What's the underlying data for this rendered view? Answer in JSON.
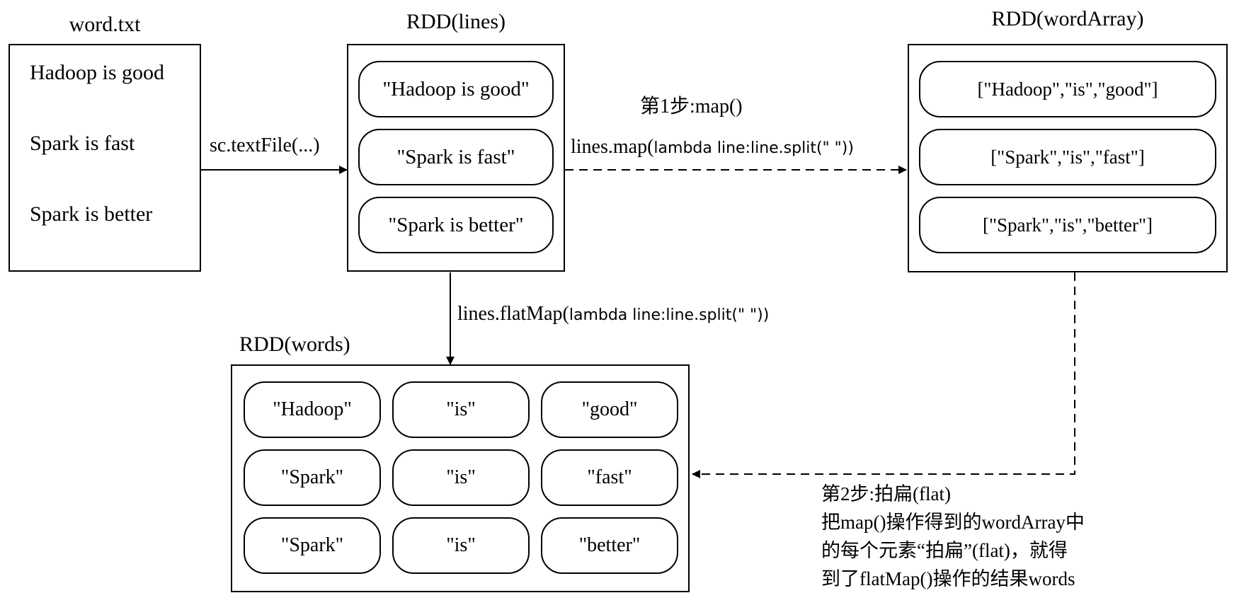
{
  "word_file": {
    "title": "word.txt",
    "lines": [
      "Hadoop is good",
      "Spark is fast",
      "Spark is better"
    ]
  },
  "rdd_lines": {
    "title": "RDD(lines)",
    "items": [
      "\"Hadoop is good\"",
      "\"Spark is fast\"",
      "\"Spark is better\""
    ]
  },
  "rdd_word_array": {
    "title": "RDD(wordArray)",
    "items": [
      "[\"Hadoop\",\"is\",\"good\"]",
      "[\"Spark\",\"is\",\"fast\"]",
      "[\"Spark\",\"is\",\"better\"]"
    ]
  },
  "rdd_words": {
    "title": "RDD(words)",
    "rows": [
      [
        "\"Hadoop\"",
        "\"is\"",
        "\"good\""
      ],
      [
        "\"Spark\"",
        "\"is\"",
        "\"fast\""
      ],
      [
        "\"Spark\"",
        "\"is\"",
        "\"better\""
      ]
    ]
  },
  "edges": {
    "textfile": "sc.textFile(...)",
    "step1_title": "第1步:map()",
    "map_prefix": "lines.map(",
    "map_lambda": "lambda line:line.split(\" \"))",
    "flatmap_prefix": "lines.flatMap(",
    "flatmap_lambda": "lambda line:line.split(\" \"))"
  },
  "step2_note": {
    "title": "第2步:拍扁(flat)",
    "lines": [
      "把map()操作得到的wordArray中",
      "的每个元素“拍扁”(flat)，就得",
      "到了flatMap()操作的结果words"
    ]
  }
}
